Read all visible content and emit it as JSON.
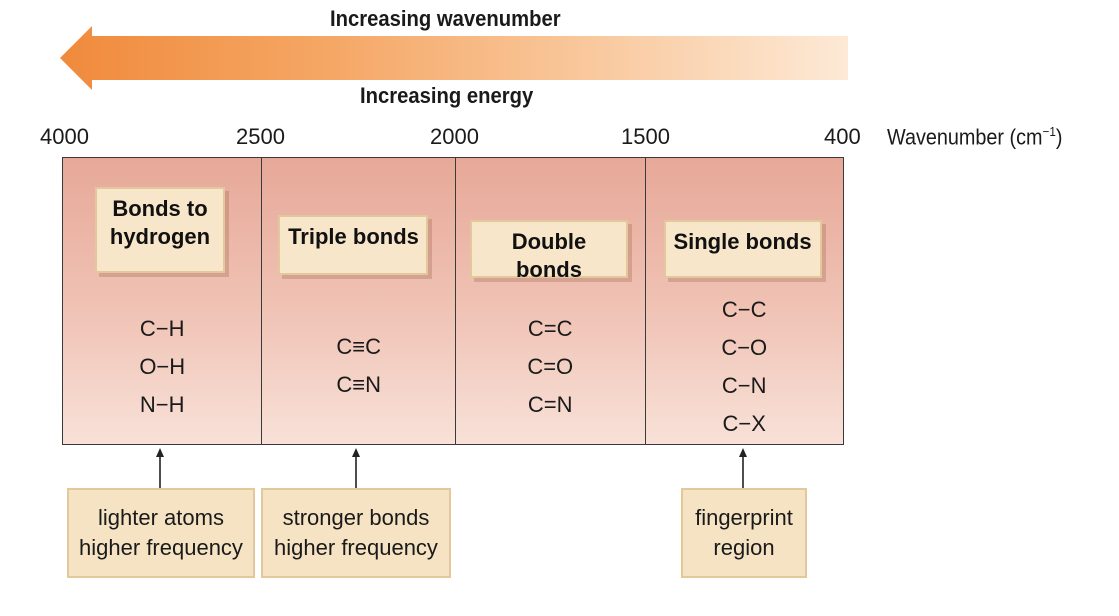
{
  "header": {
    "wavenumber_label": "Increasing wavenumber",
    "energy_label": "Increasing energy"
  },
  "axis": {
    "ticks": [
      "4000",
      "2500",
      "2000",
      "1500",
      "400"
    ],
    "title": "Wavenumber (cm",
    "title_superscript": "−1",
    "title_suffix": ")"
  },
  "regions": [
    {
      "title": "Bonds to\nhydrogen",
      "bonds": [
        "C−H",
        "O−H",
        "N−H"
      ]
    },
    {
      "title": "Triple bonds",
      "bonds": [
        "C≡C",
        "C≡N"
      ]
    },
    {
      "title": "Double bonds",
      "bonds": [
        "C=C",
        "C=O",
        "C=N"
      ]
    },
    {
      "title": "Single bonds",
      "bonds": [
        "C−C",
        "C−O",
        "C−N",
        "C−X"
      ]
    }
  ],
  "notes": [
    {
      "lines": [
        "lighter atoms",
        "higher frequency"
      ]
    },
    {
      "lines": [
        "stronger bonds",
        "higher frequency"
      ]
    },
    {
      "lines": [
        "fingerprint",
        "region"
      ]
    }
  ],
  "colors": {
    "arrow_dark": "#f08a3c",
    "arrow_light": "#fde9d6",
    "region_top": "#e7a898",
    "region_bottom": "#f8e1d8",
    "label_box": "#f7e6c9",
    "label_border": "#e2c89b"
  }
}
